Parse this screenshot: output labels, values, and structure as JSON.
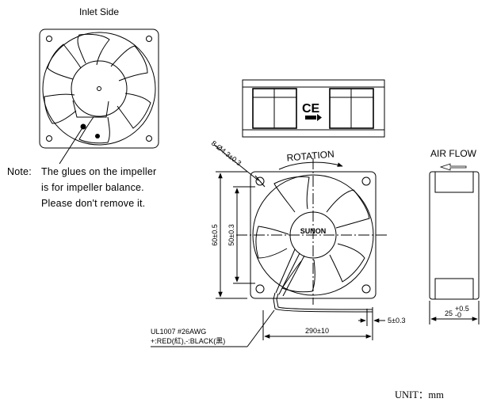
{
  "inlet": {
    "title": "Inlet Side"
  },
  "note": {
    "prefix": "Note:",
    "line1": "The glues on the impeller",
    "line2": "is for impeller balance.",
    "line3": "Please don't remove it."
  },
  "labels": {
    "rotation": "ROTATION",
    "air_flow": "AIR FLOW",
    "brand": "SUNON",
    "ce_mark": "CE",
    "unit": "UNIT：mm"
  },
  "dimensions": {
    "holes": "8-Ø4.3±0.3",
    "height": "60±0.5",
    "hole_spacing": "50±0.3",
    "lead_length": "290±10",
    "strip": "5±0.3",
    "thickness_base": "25",
    "thickness_tol_upper": "+0.5",
    "thickness_tol_lower": "-0"
  },
  "wire": {
    "line1": "UL1007  #26AWG",
    "line2": "+:RED(紅),-:BLACK(黑)"
  }
}
